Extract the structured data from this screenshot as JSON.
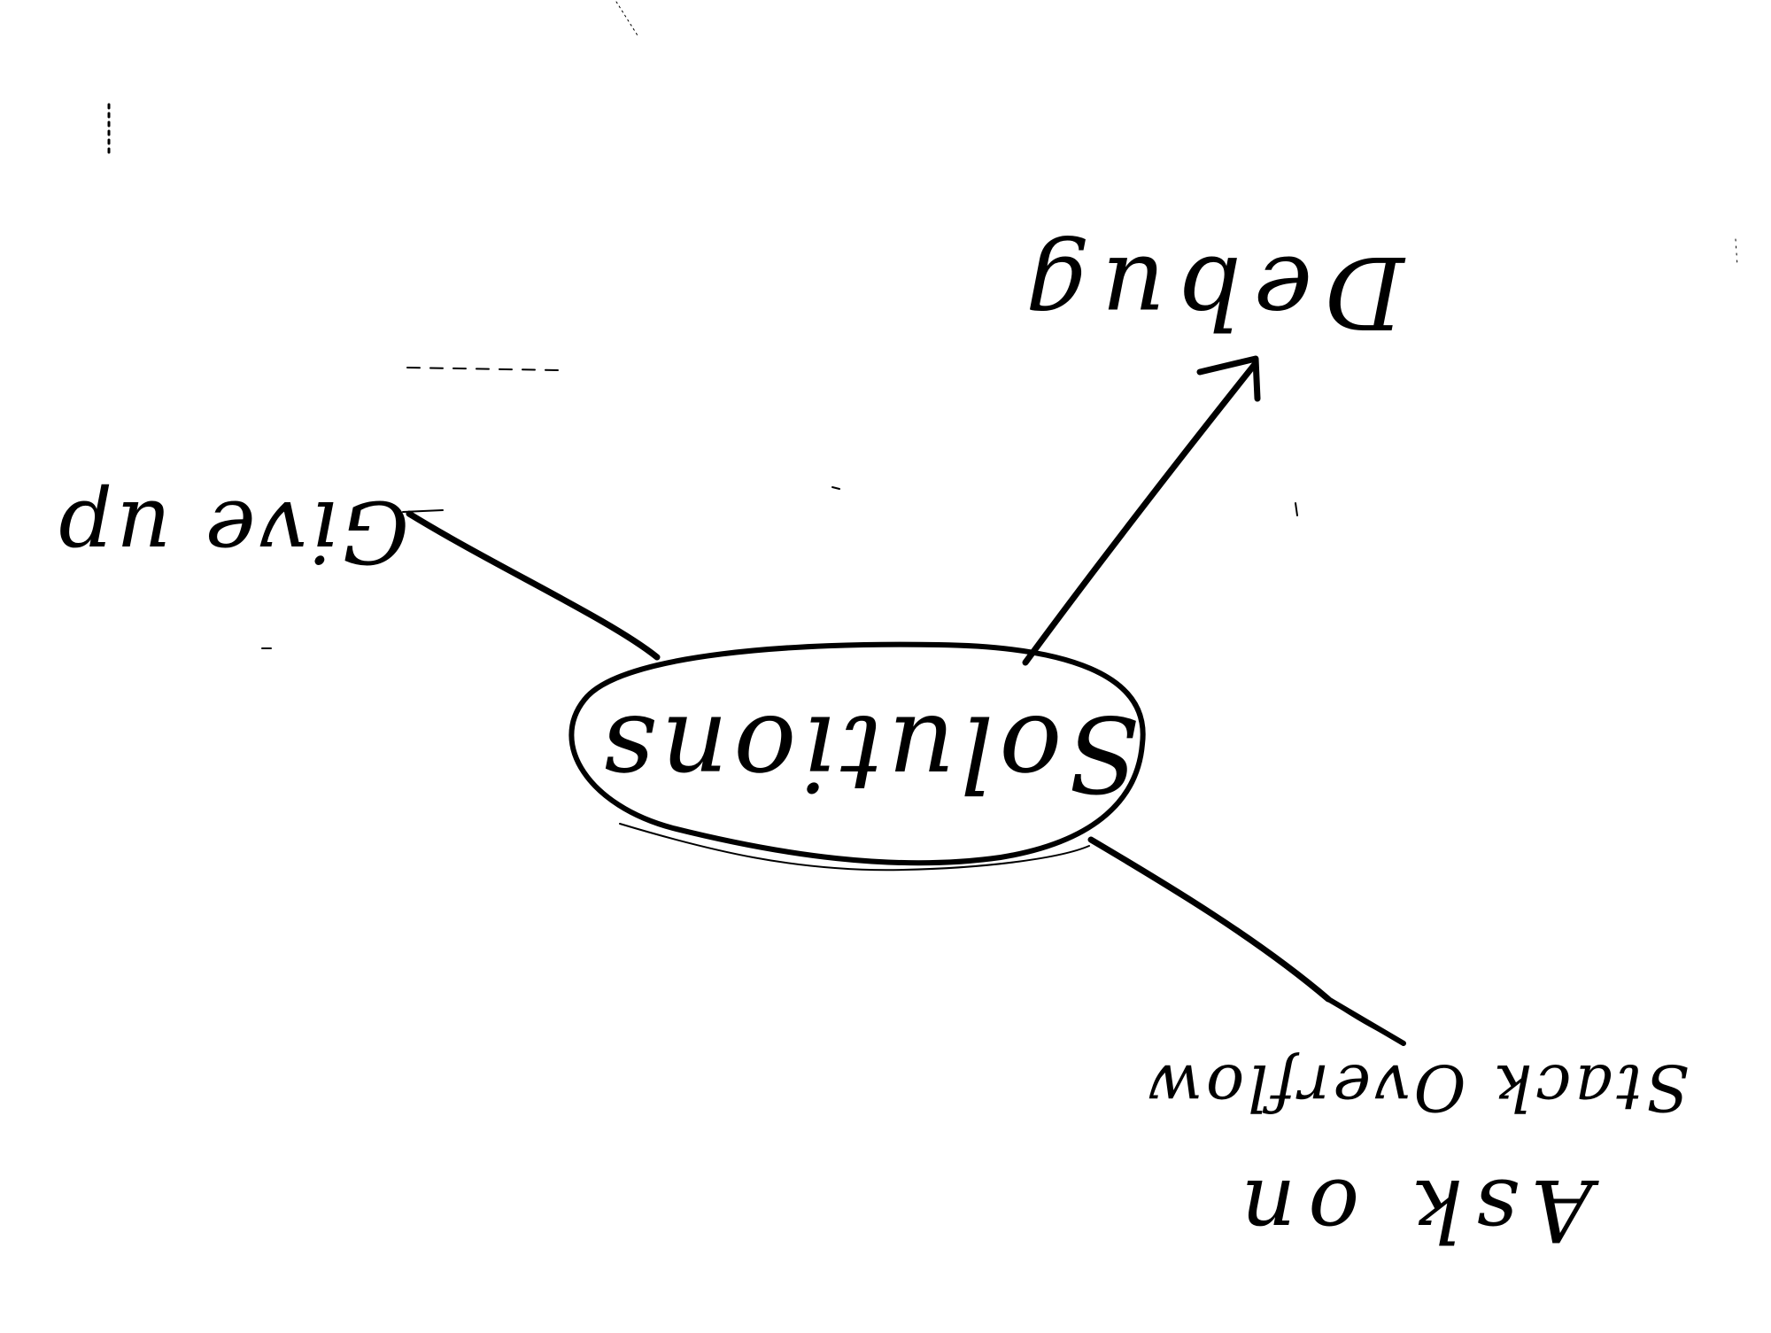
{
  "diagram": {
    "central_node": {
      "label": "Solutions"
    },
    "branches": [
      {
        "label": "Debug",
        "arrowhead": true
      },
      {
        "label": "Give up",
        "arrowhead": false
      },
      {
        "label_line1": "Ask on",
        "label_line2": "Stack Overflow",
        "arrowhead": true
      }
    ],
    "orientation": "upside-down",
    "ink_color": "#000000",
    "background_color": "#ffffff"
  }
}
